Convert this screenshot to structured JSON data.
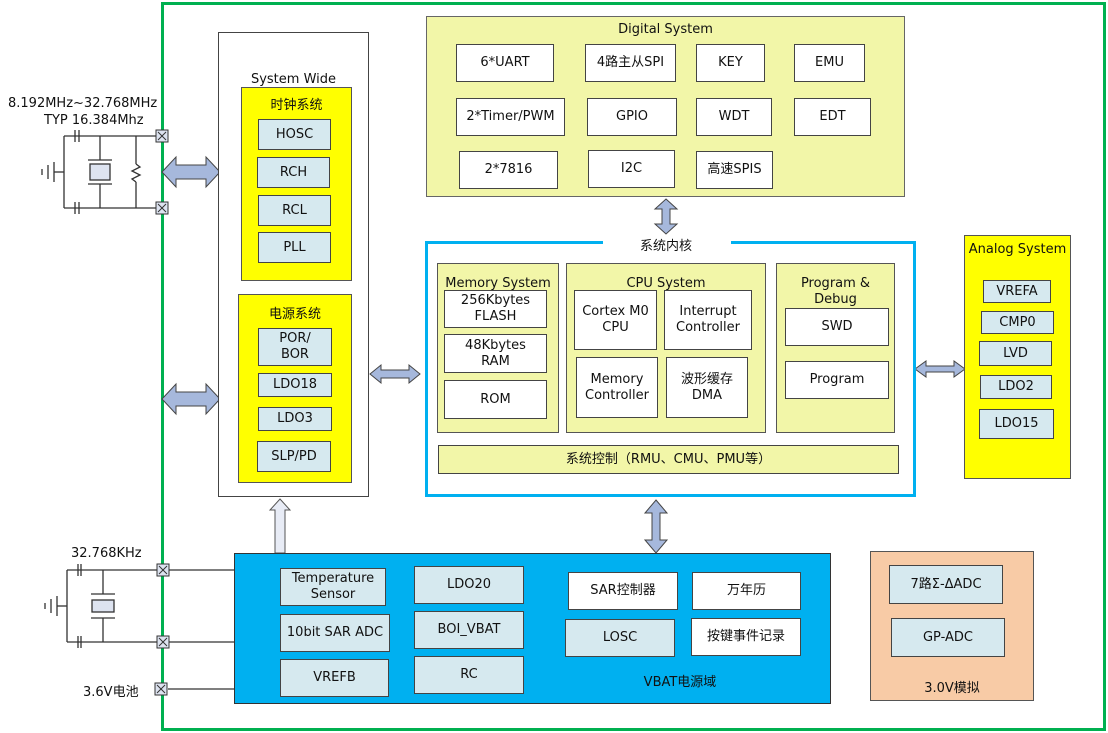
{
  "colors": {
    "chip_border": "#6b8fc8",
    "outer_border": "#00b050",
    "core_border": "#00b0f0",
    "yellow": "#ffff00",
    "light_yellow": "#f2f6a8",
    "light_blue_chip": "#d6e9ef",
    "vbat_domain": "#00b0f0",
    "analog_3v": "#f8cba6",
    "arrow_fill": "#a6b8dc"
  },
  "external": {
    "hosc_crystal_range": "8.192MHz~32.768MHz",
    "hosc_crystal_typ": "TYP 16.384Mhz",
    "losc_crystal": "32.768KHz",
    "battery": "3.6V电池"
  },
  "system_wide": {
    "title": "System Wide",
    "clock": {
      "title": "时钟系统",
      "items": [
        "HOSC",
        "RCH",
        "RCL",
        "PLL"
      ]
    },
    "power": {
      "title": "电源系统",
      "items": [
        "POR/\nBOR",
        "LDO18",
        "LDO3",
        "SLP/PD"
      ]
    }
  },
  "digital": {
    "title": "Digital System",
    "items": [
      "6*UART",
      "4路主从SPI",
      "KEY",
      "EMU",
      "2*Timer/PWM",
      "GPIO",
      "WDT",
      "EDT",
      "2*7816",
      "I2C",
      "高速SPIS"
    ]
  },
  "core": {
    "title": "系统内核",
    "memory": {
      "title": "Memory System",
      "items": [
        "256Kbytes\nFLASH",
        "48Kbytes\nRAM",
        "ROM"
      ]
    },
    "cpu": {
      "title": "CPU System",
      "items": [
        "Cortex M0\nCPU",
        "Interrupt\nController",
        "Memory\nController",
        "波形缓存\nDMA"
      ]
    },
    "debug": {
      "title": "Program &\nDebug",
      "items": [
        "SWD",
        "Program"
      ]
    },
    "control": "系统控制（RMU、CMU、PMU等）"
  },
  "analog": {
    "title": "Analog System",
    "items": [
      "VREFA",
      "CMP0",
      "LVD",
      "LDO2",
      "LDO15"
    ]
  },
  "vbat": {
    "title": "VBAT电源域",
    "left_items": [
      "Temperature\nSensor",
      "10bit  SAR ADC",
      "VREFB"
    ],
    "mid_items": [
      "LDO20",
      "BOI_VBAT",
      "RC"
    ],
    "right_items": [
      "SAR控制器",
      "万年历",
      "LOSC",
      "按键事件记录"
    ]
  },
  "analog3v": {
    "title": "3.0V模拟",
    "items": [
      "7路Σ-ΔADC",
      "GP-ADC"
    ]
  }
}
